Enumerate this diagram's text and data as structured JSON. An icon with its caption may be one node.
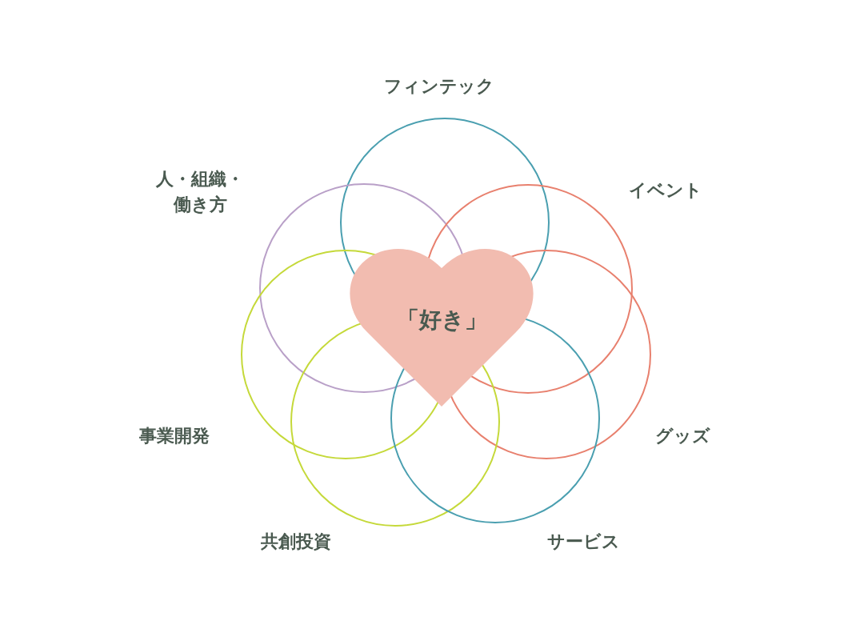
{
  "diagram": {
    "nodes": [
      {
        "text": [
          "「好き」"
        ]
      },
      {
        "text": [],
        "shape": "circle",
        "beside": [
          "フィンテック"
        ]
      },
      {
        "text": [],
        "shape": "circle",
        "beside": [
          "人・組織・働き方"
        ]
      },
      {
        "text": [],
        "shape": "circle",
        "beside": [
          "イベント"
        ]
      },
      {
        "text": [],
        "shape": "circle",
        "beside": [
          "事業開発"
        ]
      },
      {
        "text": [],
        "shape": "circle",
        "beside": [
          "グッズ"
        ]
      },
      {
        "text": [],
        "shape": "circle",
        "beside": [
          "共創投資"
        ]
      },
      {
        "text": [],
        "shape": "circle",
        "beside": [
          "サービス"
        ]
      }
    ]
  }
}
